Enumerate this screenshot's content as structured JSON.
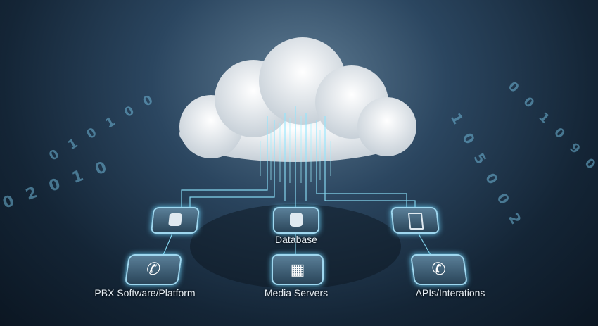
{
  "diagram": {
    "central_node": {
      "icon": "cloud-icon"
    },
    "top_nodes": [
      {
        "icon": "database-stack-icon",
        "label": ""
      },
      {
        "icon": "database-icon",
        "label": "Database"
      },
      {
        "icon": "document-list-icon",
        "label": ""
      }
    ],
    "bottom_nodes": [
      {
        "icon": "phone-wireless-icon",
        "label": "PBX Software/Platform"
      },
      {
        "icon": "server-rack-icon",
        "label": "Media Servers"
      },
      {
        "icon": "phone-icon",
        "label": "APIs/Interations"
      }
    ],
    "colors": {
      "background": "#142536",
      "accent": "#7fe0ff",
      "node_fill": "#3a5c74"
    }
  }
}
